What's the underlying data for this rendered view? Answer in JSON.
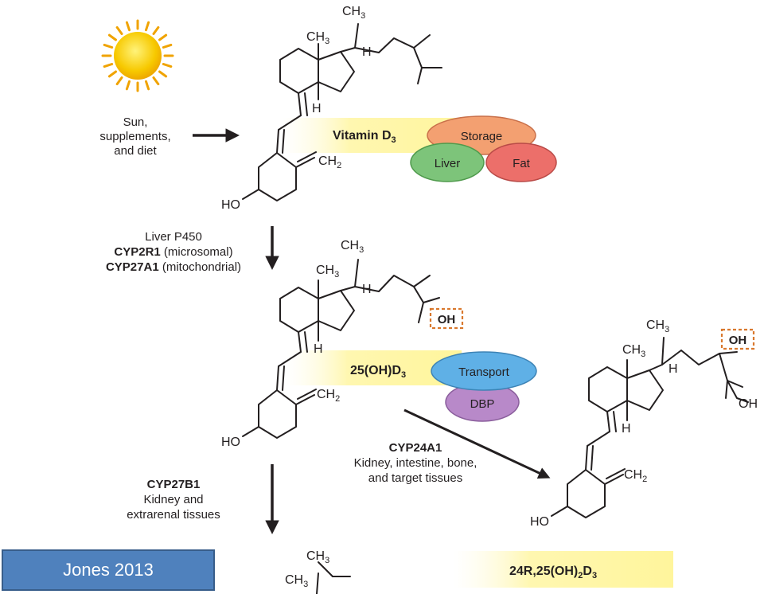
{
  "source_label": "Sun,",
  "source_label2": "supplements,",
  "source_label3": "and diet",
  "compounds": {
    "vitamin_d3": "Vitamin D",
    "vitamin_d3_sub": "3",
    "hydroxy": "25(OH)D",
    "hydroxy_sub": "3",
    "dihydroxy_a": "24R,25(OH)",
    "dihydroxy_sub1": "2",
    "dihydroxy_b": "D",
    "dihydroxy_sub2": "3"
  },
  "storage": {
    "storage": "Storage",
    "liver": "Liver",
    "fat": "Fat"
  },
  "transport": {
    "transport": "Transport",
    "dbp": "DBP"
  },
  "enzymes": {
    "liver_p450": "Liver P450",
    "cyp2r1": "CYP2R1",
    "cyp2r1_loc": " (microsomal)",
    "cyp27a1": "CYP27A1",
    "cyp27a1_loc": " (mitochondrial)",
    "cyp24a1": "CYP24A1",
    "cyp24a1_sites1": "Kidney, intestine, bone,",
    "cyp24a1_sites2": "and target tissues",
    "cyp27b1": "CYP27B1",
    "cyp27b1_sites1": "Kidney and",
    "cyp27b1_sites2": "extrarenal tissues"
  },
  "atoms": {
    "ch3": "CH",
    "three": "3",
    "ch2": "CH",
    "two": "2",
    "h": "H",
    "ho": "HO",
    "oh": "OH"
  },
  "citation": "Jones 2013",
  "colors": {
    "sun": "#f6c000",
    "sun_rays": "#f0a300",
    "storage": "#f3a071",
    "liver": "#7dc47a",
    "fat": "#ec6f6a",
    "transport": "#5fb0e6",
    "dbp": "#b889c9",
    "highlight": "#fff7a8",
    "oh_box": "#d9782d",
    "citation_bg": "#4f81bd"
  }
}
